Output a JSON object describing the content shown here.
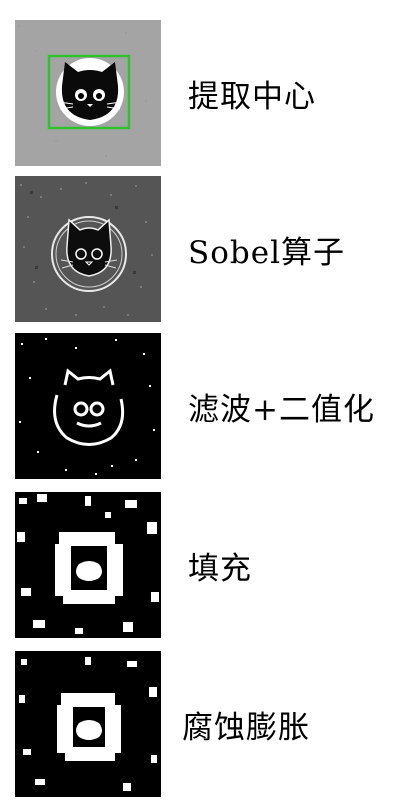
{
  "steps": [
    {
      "label": "提取中心",
      "image": "gray-cat-with-green-bounding-box"
    },
    {
      "label": "Sobel算子",
      "image": "noisy-sobel-edges-cat"
    },
    {
      "label": "滤波+二值化",
      "image": "binary-filtered-cat-outline"
    },
    {
      "label": "填充",
      "image": "filled-binary-mask"
    },
    {
      "label": "腐蚀膨胀",
      "image": "eroded-dilated-binary-mask"
    }
  ]
}
